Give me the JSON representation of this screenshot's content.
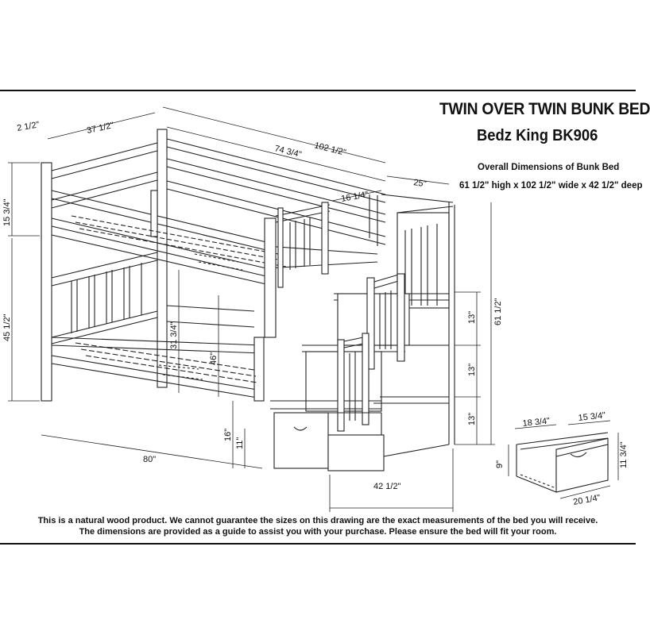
{
  "title": "TWIN OVER TWIN BUNK BED",
  "model": "Bedz King BK906",
  "overall": {
    "heading": "Overall Dimensions of Bunk Bed",
    "text": "61 1/2\" high x 102 1/2\" wide x 42 1/2\" deep"
  },
  "dimensions": {
    "post_top": "2 1/2\"",
    "head_width": "37 1/2\"",
    "overall_length": "102 1/2\"",
    "inner_length": "74 3/4\"",
    "step_depth": "25\"",
    "stair_rail": "16 1/4\"",
    "guard_height": "15 3/4\"",
    "lower_height": "45 1/2\"",
    "under_clear": "31 3/4\"",
    "mid_height": "46\"",
    "step_1": "13\"",
    "step_2": "13\"",
    "step_3": "13\"",
    "total_height": "61 1/2\"",
    "drawer_clear": "16\"",
    "drawer_base": "11\"",
    "bed_length": "80\"",
    "stair_width": "42 1/2\"",
    "drawer_width_top": "18 3/4\"",
    "drawer_depth_top": "15 3/4\"",
    "drawer_height": "9\"",
    "drawer_side": "11 3/4\"",
    "drawer_bottom": "20 1/4\""
  },
  "disclaimer": {
    "line1": "This is a natural wood product. We cannot guarantee the sizes on this drawing are the exact measurements of the bed you will receive.",
    "line2": "The dimensions are provided as a guide to assist you with your purchase. Please ensure the bed will fit your room."
  }
}
